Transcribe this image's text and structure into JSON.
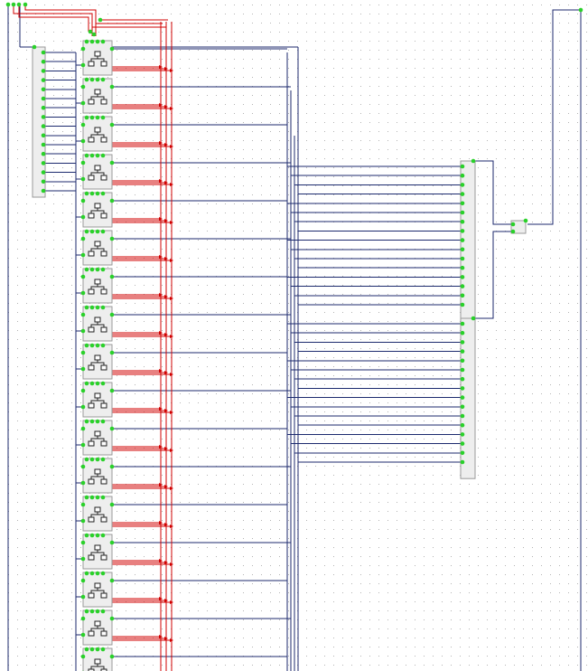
{
  "app": {
    "title": ""
  },
  "colors": {
    "background": "#ffffff",
    "grid_dot": "#b4b4b4",
    "wire_bus": "#1c2a6e",
    "wire_control": "#d00000",
    "pin_active": "#2ad12a",
    "block_fill": "#eeeeee",
    "block_border": "#9a9a9a",
    "icon_stroke": "#222222"
  },
  "icons": {
    "subcircuit": "subcircuit-hierarchy-icon",
    "splitter": "splitter-icon",
    "pin": "pin-dot-icon"
  },
  "counts": {
    "subcircuits_visible": 17,
    "input_splitter_outputs": 16,
    "upper_merge_inputs": 16,
    "lower_merge_inputs": 16
  }
}
